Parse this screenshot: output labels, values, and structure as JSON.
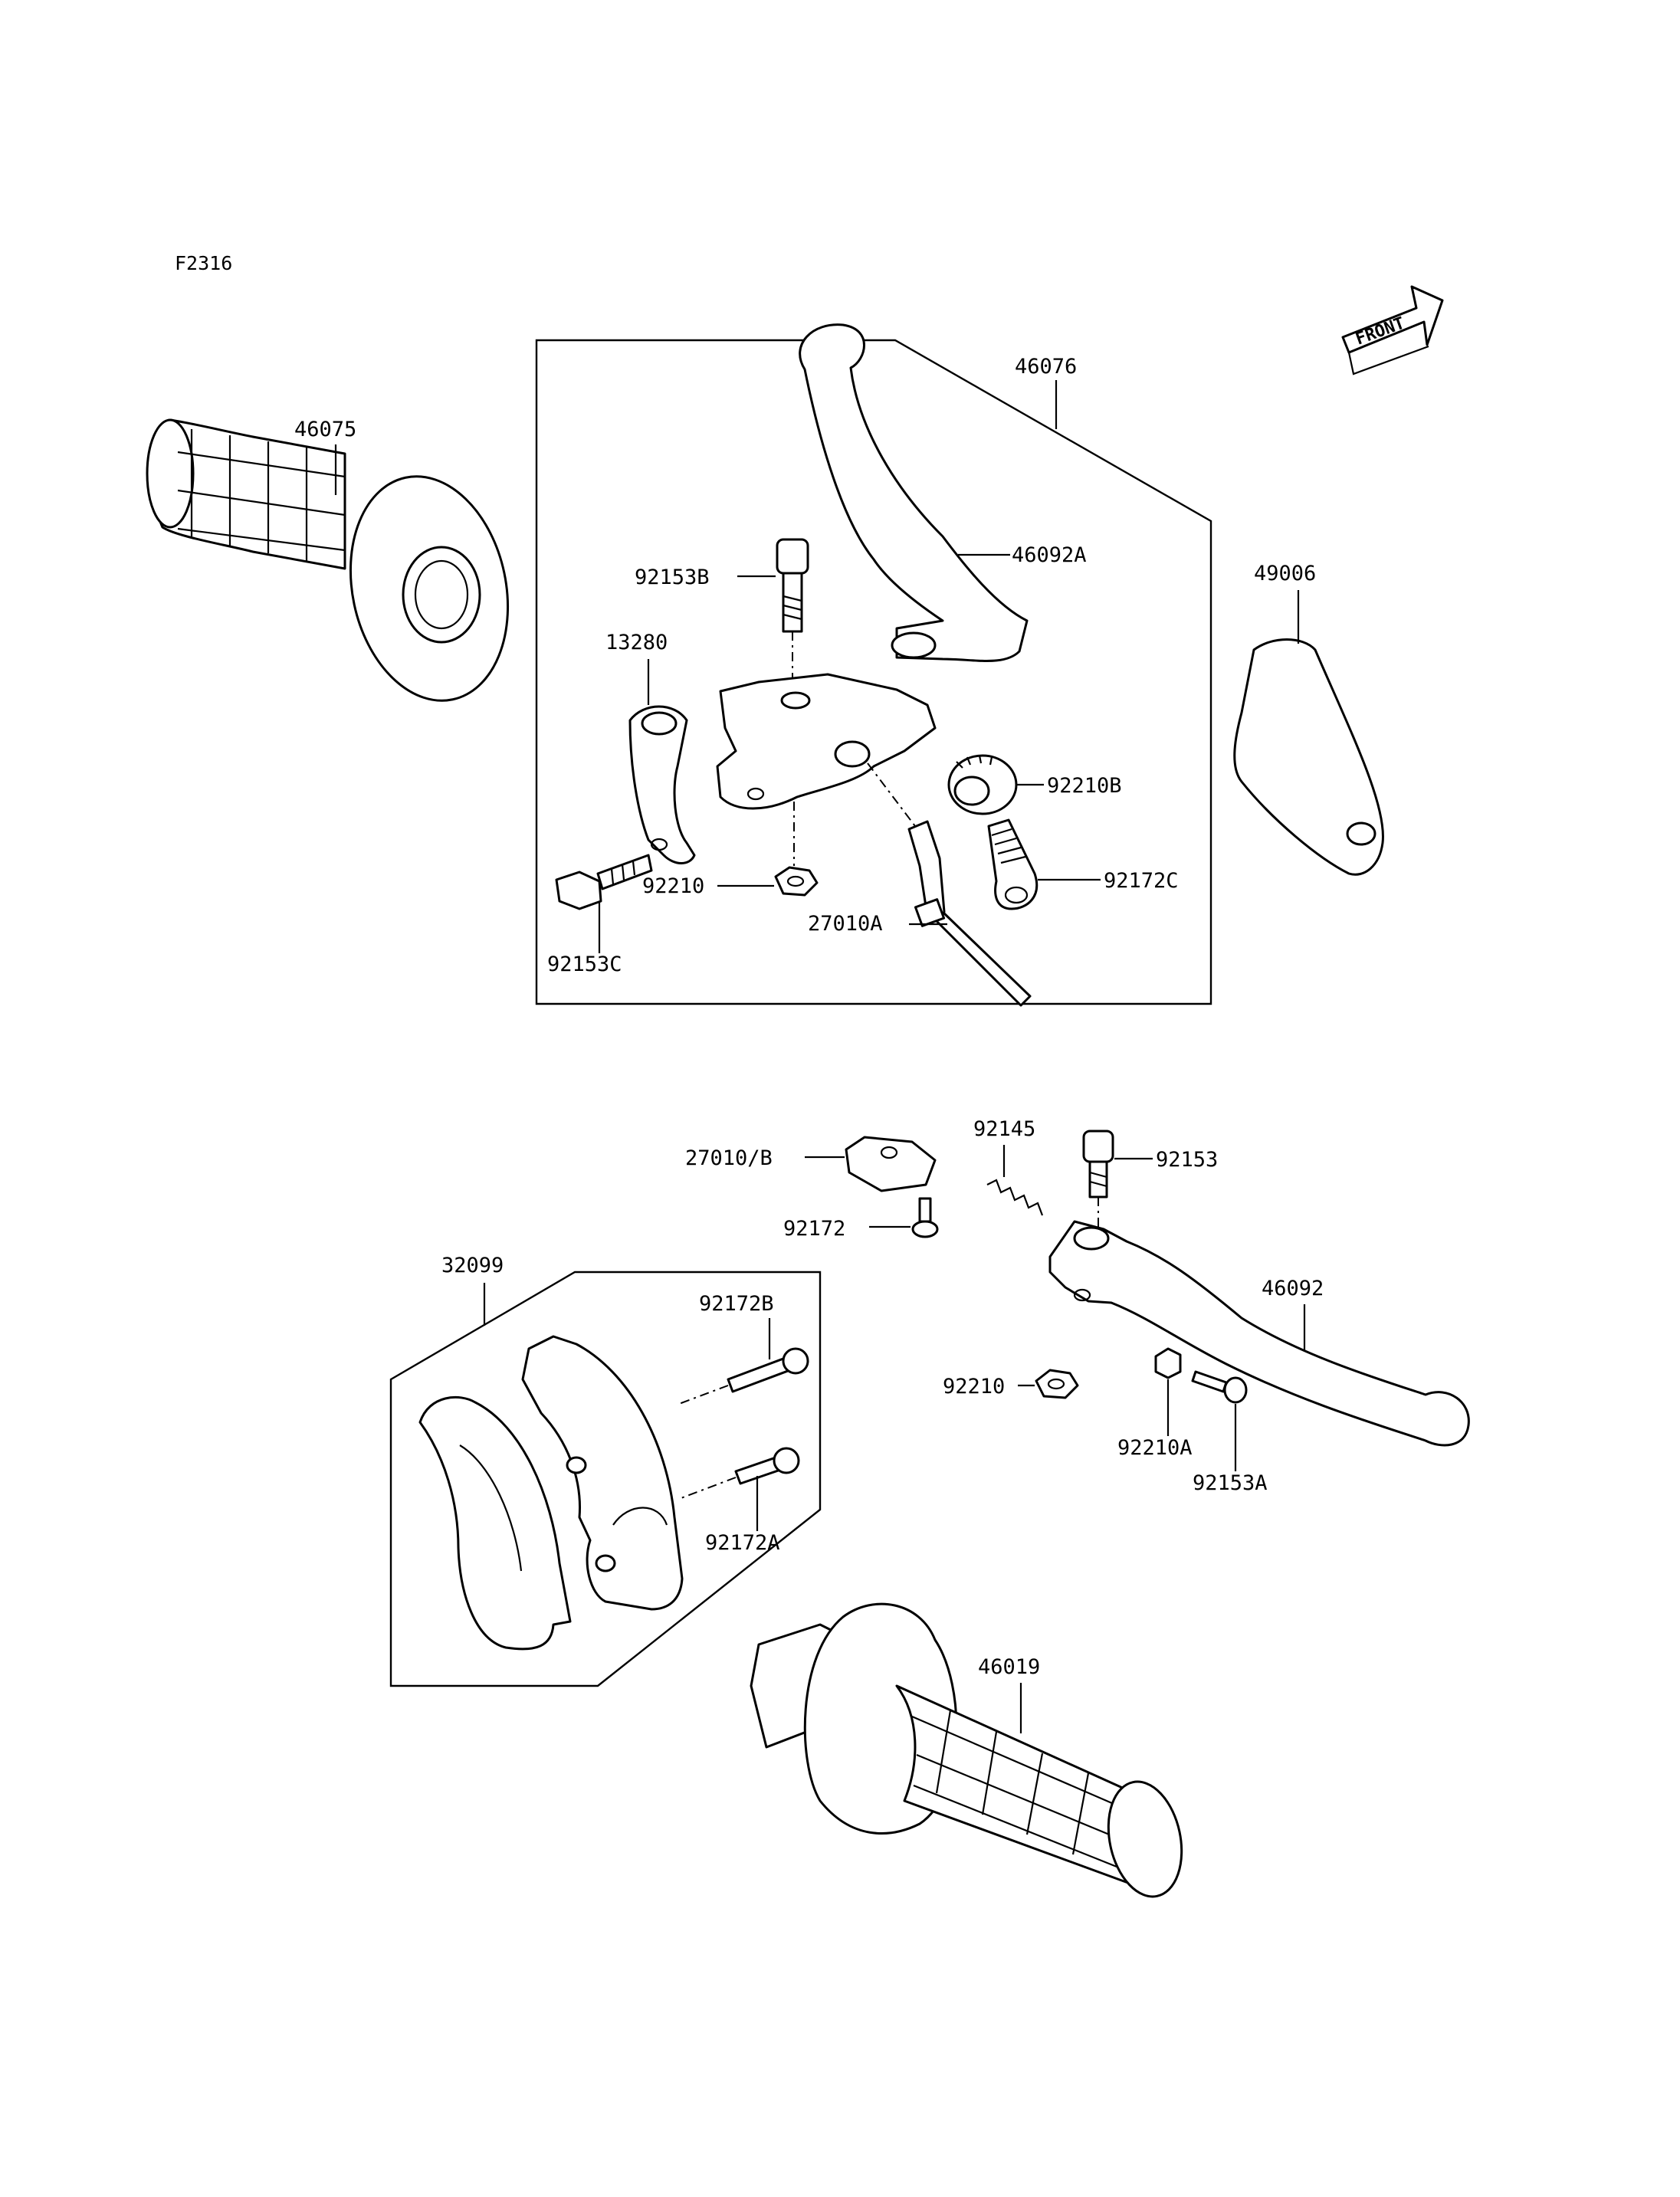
{
  "figure_code": "F2316",
  "front_indicator": "FRONT",
  "labels": {
    "p46076": "46076",
    "p46075": "46075",
    "p46092A": "46092A",
    "p92153B": "92153B",
    "p49006": "49006",
    "p13280": "13280",
    "p92210B": "92210B",
    "p92210": "92210",
    "p92172C": "92172C",
    "p27010A": "27010A",
    "p92153C": "92153C",
    "p92145": "92145",
    "p27010B": "27010/B",
    "p92153": "92153",
    "p92172": "92172",
    "p32099": "32099",
    "p92172B": "92172B",
    "p46092": "46092",
    "p92210_2": "92210",
    "p92210A": "92210A",
    "p92153A": "92153A",
    "p92172A": "92172A",
    "p46019": "46019"
  }
}
